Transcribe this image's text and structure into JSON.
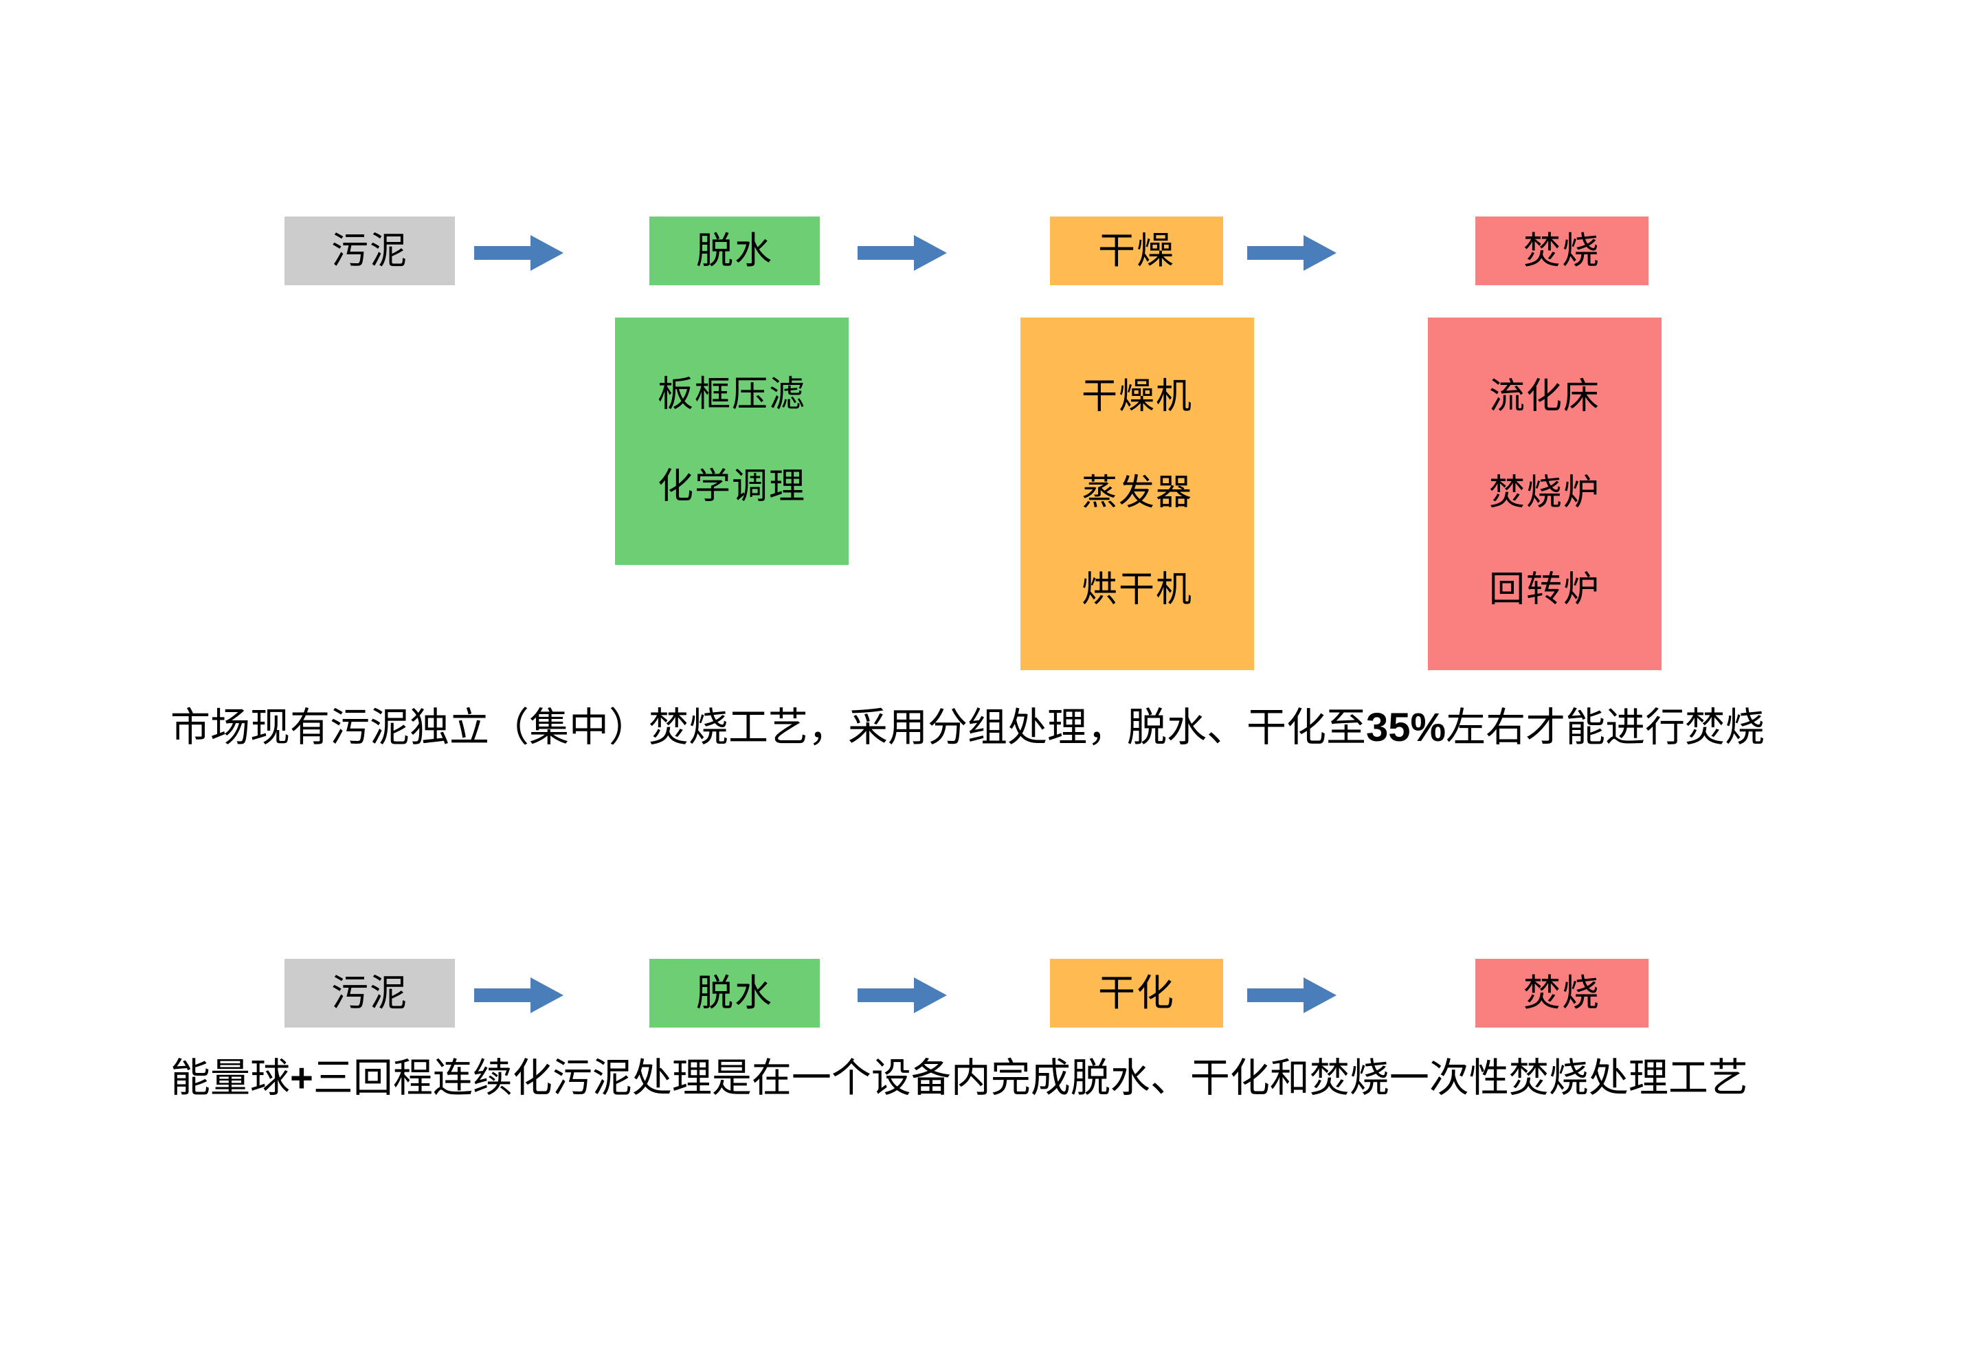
{
  "colors": {
    "sludge_gray": "#CCCCCC",
    "dewater_green": "#6ECE73",
    "dry_orange": "#FFBB52",
    "incinerate_red": "#FA7F7F",
    "arrow_blue": "#4A7EBB",
    "background": "#FFFFFF",
    "text": "#000000"
  },
  "diagram": {
    "top_flow": {
      "stages": [
        {
          "head": "污泥",
          "details": []
        },
        {
          "head": "脱水",
          "details": [
            "板框压滤",
            "化学调理"
          ]
        },
        {
          "head": "干燥",
          "details": [
            "干燥机",
            "蒸发器",
            "烘干机"
          ]
        },
        {
          "head": "焚烧",
          "details": [
            "流化床",
            "焚烧炉",
            "回转炉"
          ]
        }
      ],
      "arrows": [
        "arrow-right-icon",
        "arrow-right-icon",
        "arrow-right-icon"
      ],
      "caption_prefix": "市场现有污泥独立（集中）焚烧工艺，采用分组处理，脱水、干化至",
      "caption_highlight": "35%",
      "caption_suffix": "左右才能进行焚烧"
    },
    "bottom_flow": {
      "stages": [
        {
          "head": "污泥"
        },
        {
          "head": "脱水"
        },
        {
          "head": "干化"
        },
        {
          "head": "焚烧"
        }
      ],
      "arrows": [
        "arrow-right-icon",
        "arrow-right-icon",
        "arrow-right-icon"
      ],
      "caption_part1": "能量球",
      "caption_plus": "+",
      "caption_part2": "三回程连续化污泥处理是在一个设备内完成脱水、干化和焚烧一次性焚烧处理工艺"
    }
  }
}
